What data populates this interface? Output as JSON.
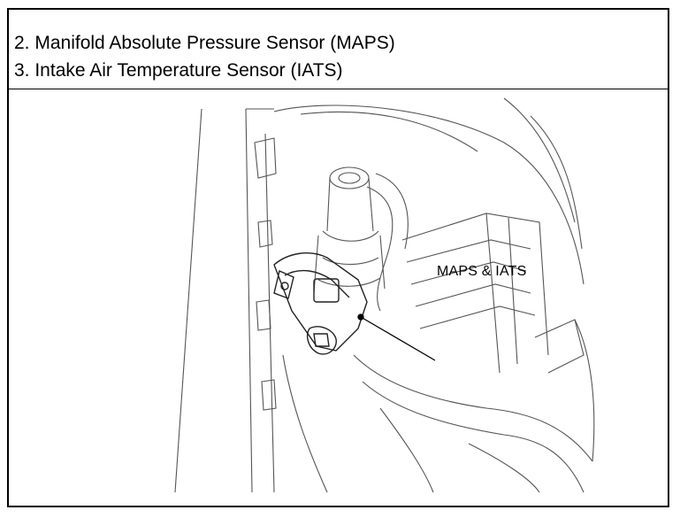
{
  "header": {
    "line1": "2. Manifold Absolute Pressure Sensor (MAPS)",
    "line2": "3. Intake Air Temperature Sensor (IATS)"
  },
  "diagram": {
    "callout_label": "MAPS & IATS"
  }
}
